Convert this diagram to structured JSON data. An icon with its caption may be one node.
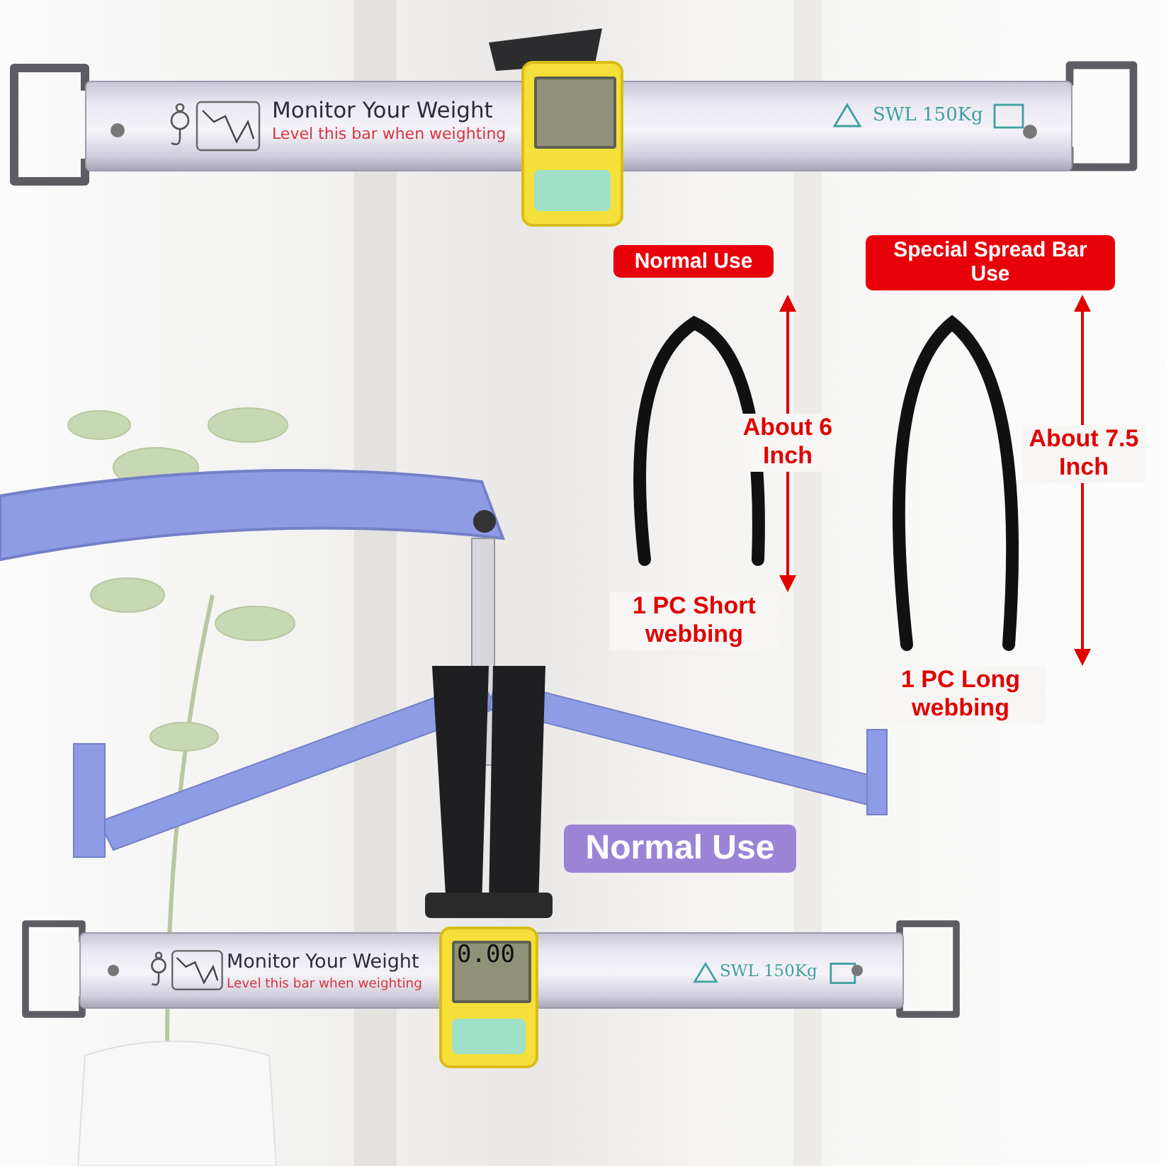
{
  "diagram": {
    "nodes": [
      {
        "text": [
          "Normal Use"
        ]
      },
      {
        "text": [
          "Special Spread Bar Use"
        ]
      },
      {
        "text": [
          "Normal Use"
        ]
      }
    ],
    "labels": [
      "Monitor Your Weight",
      "Level this bar when weighting",
      "SWL 150Kg",
      "About 6 Inch",
      "1 PC Short webbing",
      "About 7.5 Inch",
      "1 PC Long webbing",
      "Monitor Your Weight",
      "Level this bar when weighting",
      "0.00",
      "SWL 150Kg"
    ]
  }
}
